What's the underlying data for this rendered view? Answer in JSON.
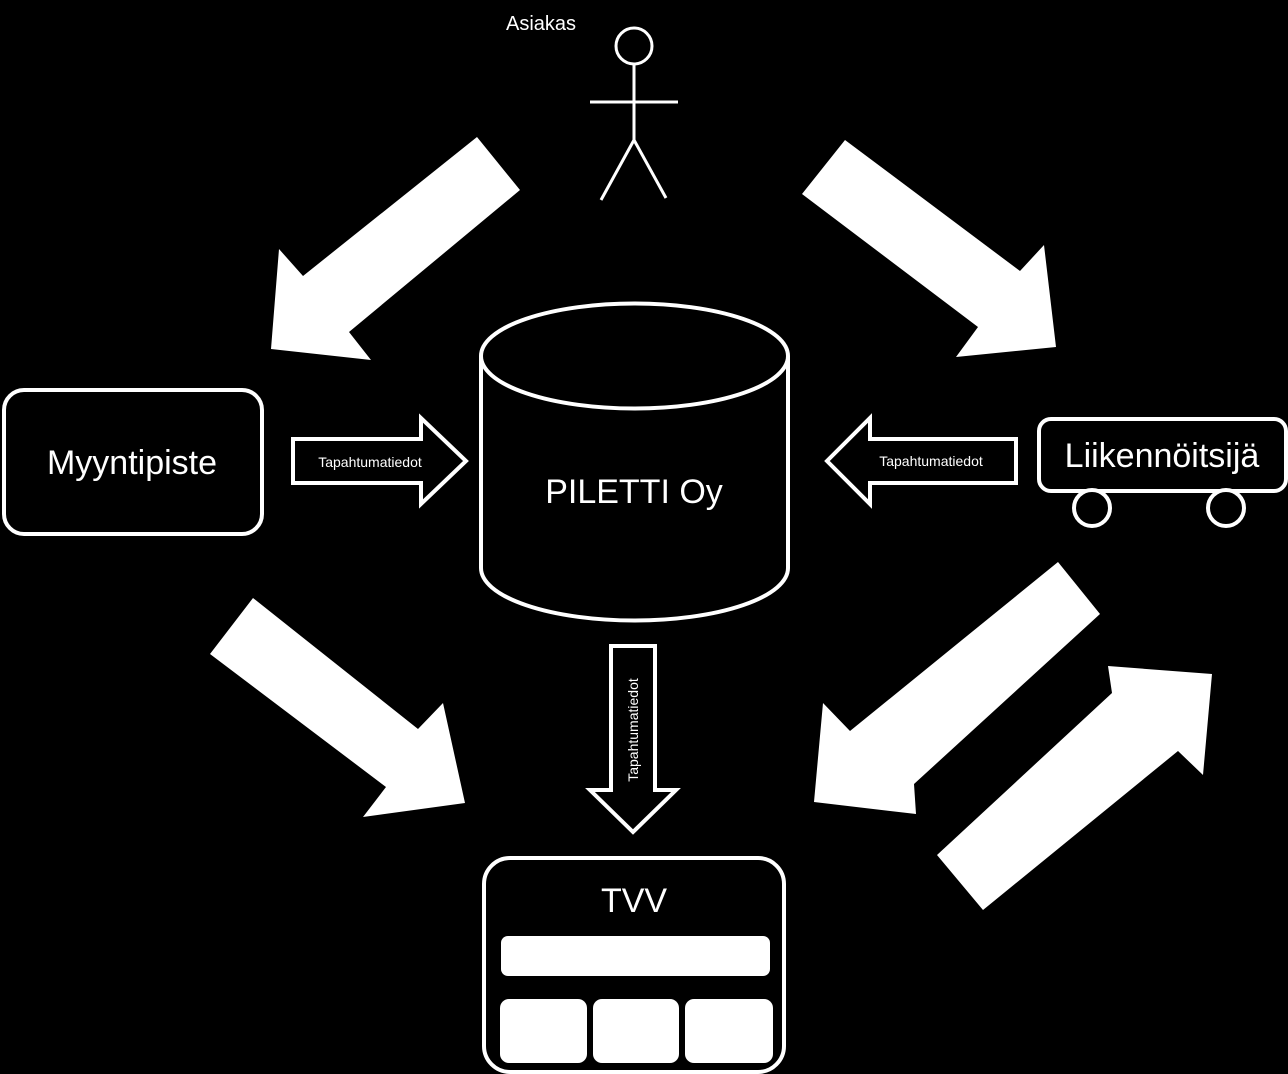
{
  "diagram": {
    "actor_label": "Asiakas",
    "sales_point_label": "Myyntipiste",
    "database_label": "PILETTI Oy",
    "operator_label": "Liikennöitsijä",
    "tvv_label": "TVV",
    "arrow_left_label": "Tapahtumatiedot",
    "arrow_right_label": "Tapahtumatiedot",
    "arrow_down_label": "Tapahtumatiedot"
  },
  "colors": {
    "background": "#000000",
    "foreground": "#ffffff"
  }
}
